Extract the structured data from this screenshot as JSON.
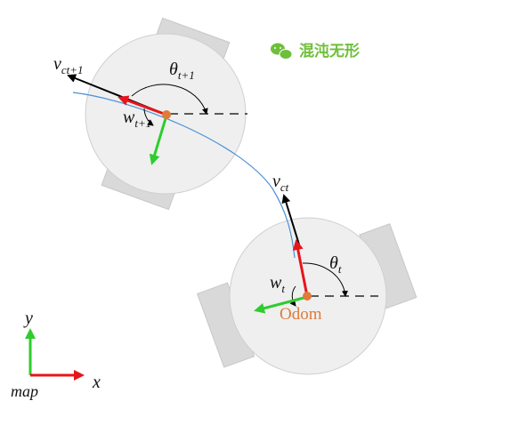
{
  "watermark": {
    "text": "混沌无形",
    "icon": "wechat-icon",
    "color": "#6fbf3a"
  },
  "robot_upper": {
    "velocity_label": {
      "base": "v",
      "sub": "ct+1"
    },
    "angular_label": {
      "base": "w",
      "sub": "t+1"
    },
    "heading_label": {
      "base": "θ",
      "sub": "t+1"
    }
  },
  "robot_lower": {
    "velocity_label": {
      "base": "v",
      "sub": "ct"
    },
    "angular_label": {
      "base": "w",
      "sub": "t"
    },
    "heading_label": {
      "base": "θ",
      "sub": "t"
    },
    "origin_label": "Odom"
  },
  "frame": {
    "x_label": "x",
    "y_label": "y",
    "name_label": "map"
  },
  "colors": {
    "body": "#efefef",
    "wheel": "#d9d9d9",
    "velocity_arrow": "#000000",
    "heading_arrow": "#e8141b",
    "lateral_arrow": "#2ecc2e",
    "origin_dot": "#e07b39",
    "trajectory": "#4a90d9",
    "odom_label": "#e07b39"
  }
}
